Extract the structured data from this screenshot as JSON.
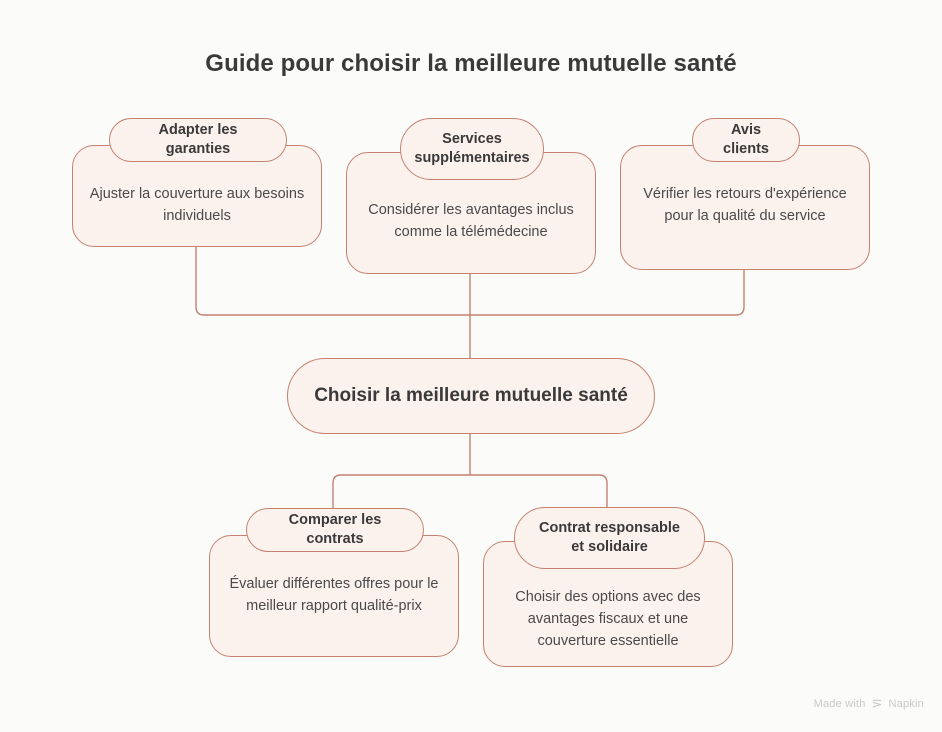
{
  "title": "Guide pour choisir la meilleure mutuelle santé",
  "theme": {
    "background": "#fbfbfa",
    "node_fill": "#fbf1ed",
    "node_border": "#c5826f",
    "connector": "#c5826f",
    "title_color": "#3a3a3a",
    "body_text": "#4a4a4a",
    "watermark_color": "#c9c9c9"
  },
  "center": {
    "label": "Choisir la meilleure mutuelle santé"
  },
  "top_nodes": [
    {
      "header": "Adapter les garanties",
      "body": "Ajuster la couverture aux besoins individuels"
    },
    {
      "header": "Services supplémentaires",
      "body": "Considérer les avantages inclus comme la télémédecine"
    },
    {
      "header": "Avis clients",
      "body": "Vérifier les retours d'expérience pour la qualité du service"
    }
  ],
  "bottom_nodes": [
    {
      "header": "Comparer les contrats",
      "body": "Évaluer différentes offres pour le meilleur rapport qualité-prix"
    },
    {
      "header": "Contrat responsable et solidaire",
      "body": "Choisir des options avec des avantages fiscaux et une couverture essentielle"
    }
  ],
  "watermark": {
    "text": "Made with",
    "brand": "Napkin",
    "logo": "napkin-logo-icon"
  }
}
